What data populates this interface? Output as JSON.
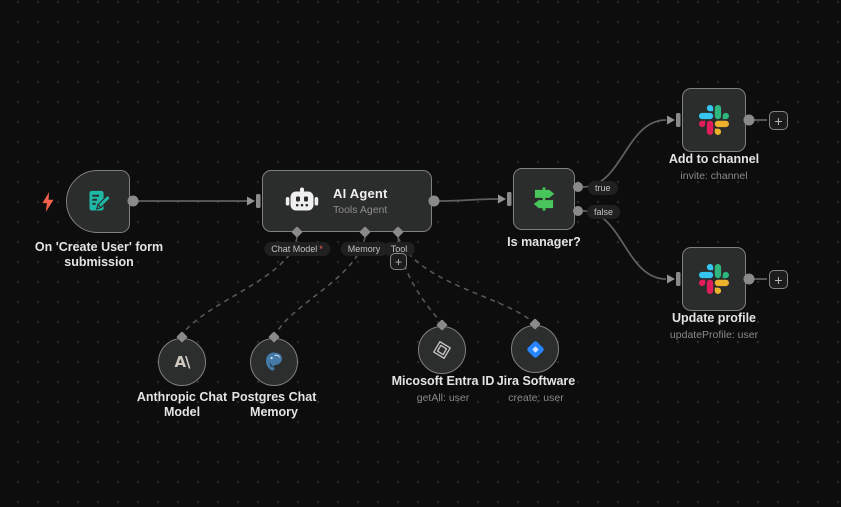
{
  "app": {
    "name": "n8n workflow canvas"
  },
  "colors": {
    "canvas_bg": "#0d0d0d",
    "node_bg": "#2b2c2c",
    "node_border": "#7f8082",
    "wire": "#5f5f5f",
    "trigger_icon": "#1fb8a6",
    "bolt": "#f4604e",
    "switch_icon": "#49c65b",
    "jira_blue": "#2684FF",
    "postgres_blue": "#4579a6",
    "slack": [
      "#36C5F0",
      "#2EB67D",
      "#ECB22E",
      "#E01E5A"
    ],
    "required_asterisk": "#ff5f57"
  },
  "nodes": {
    "form_trigger": {
      "title_line1": "On 'Create User' form",
      "title_line2": "submission"
    },
    "ai_agent": {
      "title": "AI Agent",
      "subtitle": "Tools Agent",
      "ports": [
        {
          "label": "Chat Model",
          "required": "*"
        },
        {
          "label": "Memory",
          "required": ""
        },
        {
          "label": "Tool",
          "required": ""
        }
      ],
      "add_tool_label": "+"
    },
    "is_manager": {
      "title": "Is manager?",
      "output_true": "true",
      "output_false": "false"
    },
    "add_to_channel": {
      "title": "Add to channel",
      "subtitle": "invite: channel",
      "add_next_label": "+"
    },
    "update_profile": {
      "title": "Update profile",
      "subtitle": "updateProfile: user",
      "add_next_label": "+"
    },
    "anthropic": {
      "title_line1": "Anthropic Chat",
      "title_line2": "Model",
      "logo_text": "A\\"
    },
    "postgres": {
      "title_line1": "Postgres Chat",
      "title_line2": "Memory"
    },
    "entra": {
      "title": "Micosoft Entra ID",
      "subtitle": "getAll: user"
    },
    "jira": {
      "title": "Jira Software",
      "subtitle": "create: user"
    }
  }
}
